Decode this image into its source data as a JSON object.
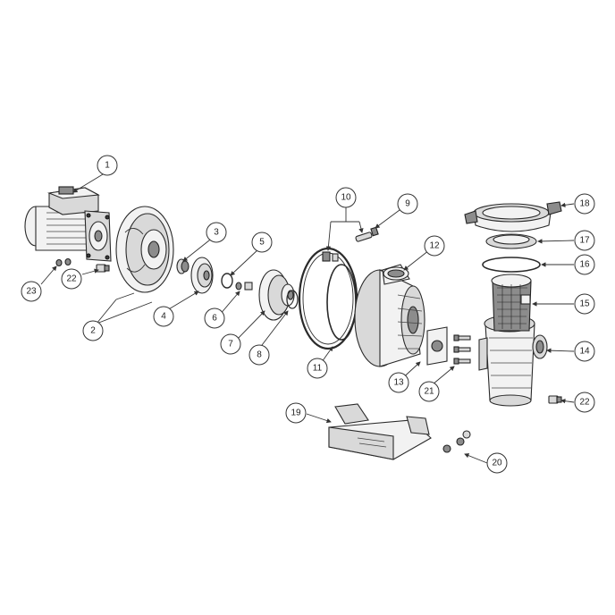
{
  "diagram": {
    "callouts": [
      {
        "id": "c1",
        "label": "1"
      },
      {
        "id": "c2",
        "label": "2"
      },
      {
        "id": "c3",
        "label": "3"
      },
      {
        "id": "c4",
        "label": "4"
      },
      {
        "id": "c5",
        "label": "5"
      },
      {
        "id": "c6",
        "label": "6"
      },
      {
        "id": "c7",
        "label": "7"
      },
      {
        "id": "c8",
        "label": "8"
      },
      {
        "id": "c9",
        "label": "9"
      },
      {
        "id": "c10",
        "label": "10"
      },
      {
        "id": "c11",
        "label": "11"
      },
      {
        "id": "c12",
        "label": "12"
      },
      {
        "id": "c13",
        "label": "13"
      },
      {
        "id": "c14",
        "label": "14"
      },
      {
        "id": "c15",
        "label": "15"
      },
      {
        "id": "c16",
        "label": "16"
      },
      {
        "id": "c17",
        "label": "17"
      },
      {
        "id": "c18",
        "label": "18"
      },
      {
        "id": "c19",
        "label": "19"
      },
      {
        "id": "c20",
        "label": "20"
      },
      {
        "id": "c21",
        "label": "21"
      },
      {
        "id": "c22a",
        "label": "22"
      },
      {
        "id": "c22b",
        "label": "22"
      },
      {
        "id": "c23",
        "label": "23"
      }
    ]
  }
}
